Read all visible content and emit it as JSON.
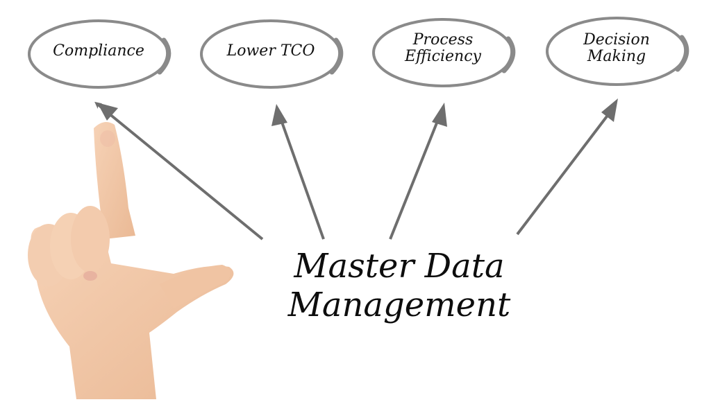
{
  "diagram": {
    "title_line1": "Master Data",
    "title_line2": "Management",
    "benefits": [
      {
        "line1": "Compliance",
        "line2": ""
      },
      {
        "line1": "Lower TCO",
        "line2": ""
      },
      {
        "line1": "Process",
        "line2": "Efficiency"
      },
      {
        "line1": "Decision",
        "line2": "Making"
      }
    ],
    "colors": {
      "background": "#ffffff",
      "ellipse_stroke": "#8a8a8a",
      "arrow": "#6e6e6e",
      "text": "#111111",
      "skin": "#f2c9a8"
    }
  }
}
